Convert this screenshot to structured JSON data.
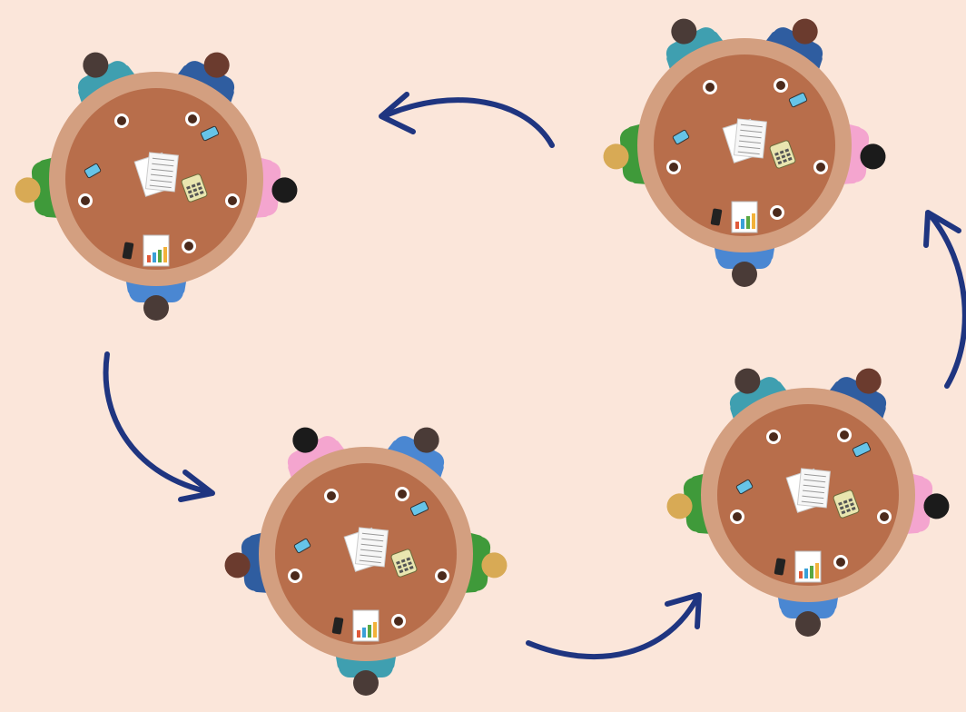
{
  "scene": {
    "background": "#fbe6da",
    "table_rim": "#d39f80",
    "table_top": "#b86e4b",
    "arrow_color": "#1f3580",
    "shirt_colors": {
      "teal": "#3f9fb0",
      "navy": "#2f5da0",
      "green": "#3f9a3a",
      "pink": "#f4a5cf",
      "blue": "#4a87d2"
    },
    "hair_colors": {
      "dark": "#4a3b37",
      "brown": "#6b3b2e",
      "black": "#1b1b1b",
      "blond": "#d8aa55"
    }
  },
  "tables": [
    {
      "name": "meeting-table-top-left",
      "seats": [
        "teal",
        "navy",
        "pink",
        "blue",
        "green"
      ]
    },
    {
      "name": "meeting-table-top-right",
      "seats": [
        "teal",
        "navy",
        "pink",
        "blue",
        "green"
      ]
    },
    {
      "name": "meeting-table-bottom-middle",
      "seats": [
        "pink",
        "blue",
        "green",
        "teal",
        "navy"
      ]
    },
    {
      "name": "meeting-table-bottom-right",
      "seats": [
        "teal",
        "navy",
        "pink",
        "blue",
        "green"
      ]
    }
  ],
  "arrows": [
    {
      "name": "cycle-arrow-top"
    },
    {
      "name": "cycle-arrow-left"
    },
    {
      "name": "cycle-arrow-bottom"
    },
    {
      "name": "cycle-arrow-right"
    }
  ]
}
